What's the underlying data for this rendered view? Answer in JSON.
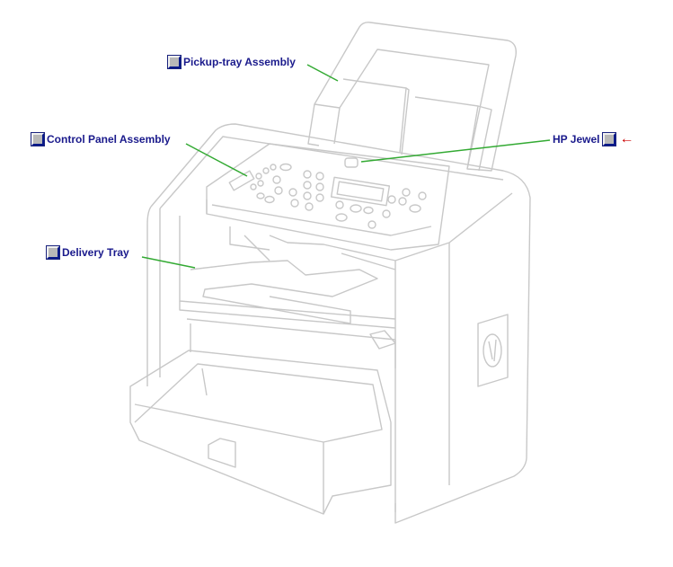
{
  "callouts": {
    "pickup_tray": {
      "label": "Pickup-tray Assembly"
    },
    "control_panel": {
      "label": "Control Panel Assembly"
    },
    "delivery_tray": {
      "label": "Delivery Tray"
    },
    "hp_jewel": {
      "label": "HP Jewel",
      "arrow": "←"
    }
  },
  "colors": {
    "link_text": "#1a1a8c",
    "leader_line": "#33aa33",
    "outline": "#c8c8c8",
    "arrow": "#cc0000"
  }
}
